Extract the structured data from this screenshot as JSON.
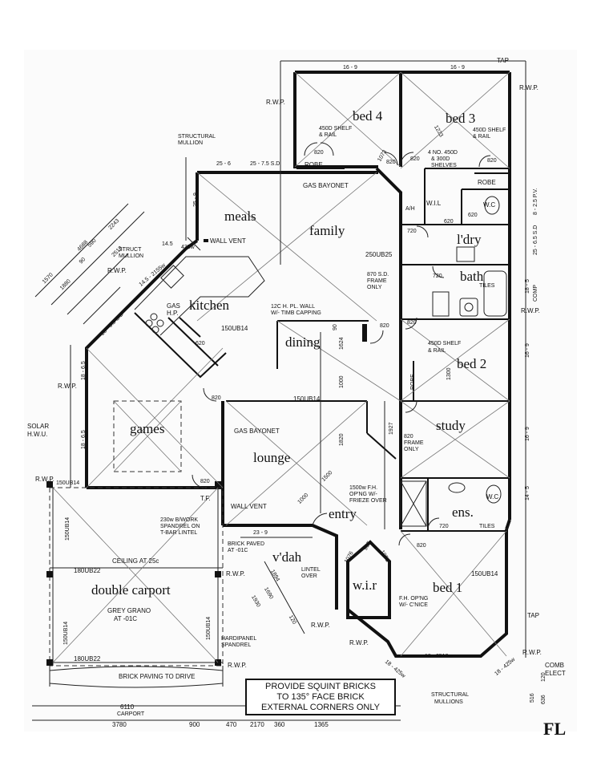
{
  "rooms": {
    "bed4": "bed 4",
    "bed3": "bed 3",
    "meals": "meals",
    "family": "family",
    "kitchen": "kitchen",
    "laundry": "l'dry",
    "bath": "bath",
    "dining": "dining",
    "bed2": "bed 2",
    "study": "study",
    "games": "games",
    "lounge": "lounge",
    "entry": "entry",
    "ensuite": "ens.",
    "vdah": "v'dah",
    "wir": "w.i.r",
    "bed1": "bed 1",
    "carport": "double carport"
  },
  "labels": {
    "wil": "W.I.L",
    "wc1": "W.C",
    "wc2": "W.C",
    "robe1": "ROBE",
    "robe2": "ROBE",
    "robe3": "ROBE",
    "ah": "A/H",
    "gas_bayonet1": "GAS BAYONET",
    "gas_bayonet2": "GAS BAYONET",
    "gas_hp": "GAS",
    "gas_hp2": "H.P.",
    "wall_vent1": "WALL VENT",
    "wall_vent2": "WALL VENT",
    "shelf_rail1": "450D SHELF",
    "shelf_rail1b": "& RAIL",
    "shelf_rail2": "450D SHELF",
    "shelf_rail2b": "& RAIL",
    "shelf_rail3": "450D SHELF",
    "shelf_rail3b": "& RAIL",
    "shelves1": "4 NO. 450D",
    "shelves2": "& 300D",
    "shelves3": "SHELVES",
    "struct_mullion1": "STRUCTURAL",
    "struct_mullion1b": "MULLION",
    "struct_mullion2": "STRUCT",
    "struct_mullion2b": "MULLION",
    "struct_mullions3": "STRUCTURAL",
    "struct_mullions3b": "MULLIONS",
    "frame_only1": "870 S.D.",
    "frame_only1b": "FRAME",
    "frame_only1c": "ONLY",
    "frame_only2": "820",
    "frame_only2b": "FRAME",
    "frame_only2c": "ONLY",
    "ht_wall": "12C H. PL. WALL",
    "ht_wall_b": "W/- TIMB CAPPING",
    "tiles1": "TILES",
    "tiles2": "TILES",
    "fh_opng": "1500w F.H.",
    "fh_opng_b": "OP'NG W/-",
    "fh_opng_c": "FRIEZE OVER",
    "fh_opng2": "F.H. OP'NG",
    "fh_opng2b": "W/- C'NICE",
    "spandrel": "230w B/WORK",
    "spandrel_b": "SPANDREL ON",
    "spandrel_c": "T-BAR LINTEL",
    "brick_paved": "BRICK PAVED",
    "brick_paved_b": "AT -01C",
    "lintel_over": "LINTEL",
    "lintel_over_b": "OVER",
    "ceiling": "CEILING AT 25c",
    "grey_grano": "GREY GRANO",
    "grey_grano_b": "AT -01C",
    "hardipanel": "HARDIPANEL",
    "hardipanel_b": "SPANDREL",
    "brick_paving": "BRICK PAVING TO DRIVE",
    "solar": "SOLAR",
    "solar_b": "H.W.U.",
    "tf": "T.F.",
    "tap1": "TAP",
    "tap2": "TAP",
    "comb_elect": "COMB",
    "comb_elect_b": "ELECT",
    "comp": "COMP",
    "rwp": "R.W.P.",
    "carport_dim": "CARPORT"
  },
  "beams": {
    "b1": "250UB25",
    "b2": "150UB14",
    "b3": "150UB14",
    "b4": "150UB14",
    "b5": "150UB14",
    "b6": "180UB22",
    "b7": "180UB22",
    "b8": "150UB14",
    "b9": "150UB14",
    "b10": "150UB14"
  },
  "dims": {
    "top1": "16 - 9",
    "top2": "16 - 9",
    "d25_6": "25 - 6",
    "d25_75": "25 - 7.5 S.D",
    "d25_9": "25 - 9",
    "d14_5a": "14.5",
    "d435": "435w",
    "d14_5b": "14.5 - 2155w",
    "d25_65": "25 - 6.5 S.D",
    "d18_65a": "18 - 6.5",
    "d18_65b": "18 - 6.5",
    "d8_25": "8 - 2.5 P.V.",
    "d25_65b": "25 - 6.5 S.D",
    "d18_5": "18 - 5",
    "d16_9a": "16 - 9",
    "d16_9b": "16 - 9",
    "d14_5c": "14 - 5",
    "d23_9": "23 - 9",
    "d18_2510": "18 - 2510w",
    "d18_425a": "18 - 425w",
    "d18_425b": "18 - 425w",
    "d4688": "4688",
    "d1570": "1570",
    "d1880": "1880",
    "d90": "90",
    "d590": "590",
    "d2243": "2243",
    "d2513": "2513",
    "d820a": "820",
    "d820b": "820",
    "d820c": "820",
    "d820d": "820",
    "d820e": "820",
    "d820f": "820",
    "d820g": "820",
    "d820h": "820",
    "d820i": "820",
    "d620a": "620",
    "d620b": "620",
    "d620c": "620",
    "d720a": "720",
    "d720b": "720",
    "d720c": "720",
    "d1624": "1624",
    "d1000a": "1000",
    "d1820": "1820",
    "d1927": "1927",
    "d1500": "1500",
    "d1000b": "1000",
    "d1300": "1300",
    "d1073": "1073",
    "d1223": "1223",
    "d90b": "90",
    "d1894": "1894",
    "d1690": "1690",
    "d1930": "1930",
    "d120": "120",
    "d1076": "1076",
    "d935": "935",
    "d1051": "1051",
    "d6110": "6110",
    "d3780": "3780",
    "d900": "900",
    "d470": "470",
    "d2170": "2170",
    "d360": "360",
    "d1365": "1365",
    "d516": "516",
    "d636": "636",
    "d120b": "120"
  },
  "note": {
    "line1": "PROVIDE SQUINT BRICKS",
    "line2": "TO 135° FACE BRICK",
    "line3": "EXTERNAL CORNERS ONLY"
  },
  "corner_mark": "FL"
}
